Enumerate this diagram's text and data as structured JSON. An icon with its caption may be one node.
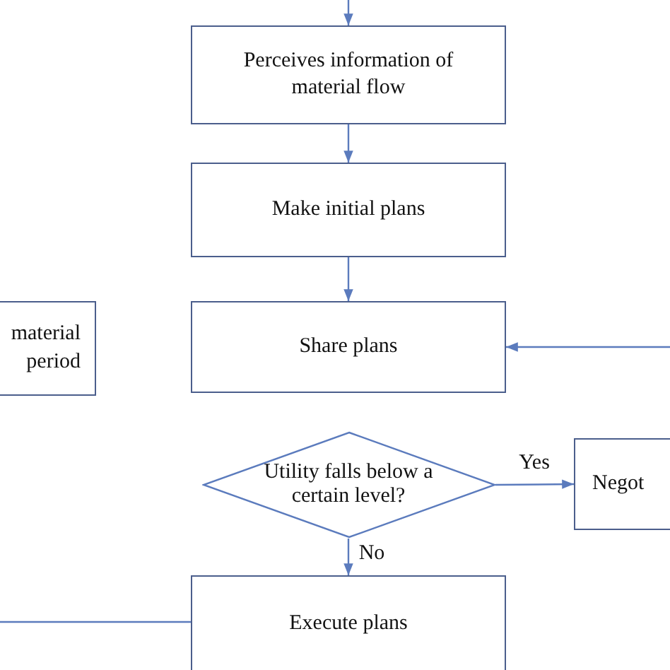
{
  "diagram": {
    "nodes": [
      {
        "text": [
          "Perceives information of material flow"
        ]
      },
      {
        "text": [
          "Make initial plans"
        ]
      },
      {
        "text": [
          "material period"
        ]
      },
      {
        "text": [
          "Share plans"
        ]
      },
      {
        "text": [
          "Utility falls below a certain level?"
        ]
      },
      {
        "text": [
          "Negot"
        ]
      },
      {
        "text": [
          "Execute plans"
        ]
      }
    ],
    "edges": [
      {
        "from": null,
        "to": 0,
        "arrow": "to"
      },
      {
        "from": 0,
        "to": 1,
        "arrow": "to"
      },
      {
        "from": 1,
        "to": 3,
        "arrow": "to"
      },
      {
        "from": null,
        "to": 3,
        "arrow": "to"
      },
      {
        "from": 4,
        "to": 5,
        "arrow": "to",
        "label": "Yes"
      },
      {
        "from": 4,
        "to": 6,
        "arrow": "to",
        "label": "No"
      },
      {
        "from": null,
        "to": 6,
        "arrow": "none"
      }
    ]
  }
}
